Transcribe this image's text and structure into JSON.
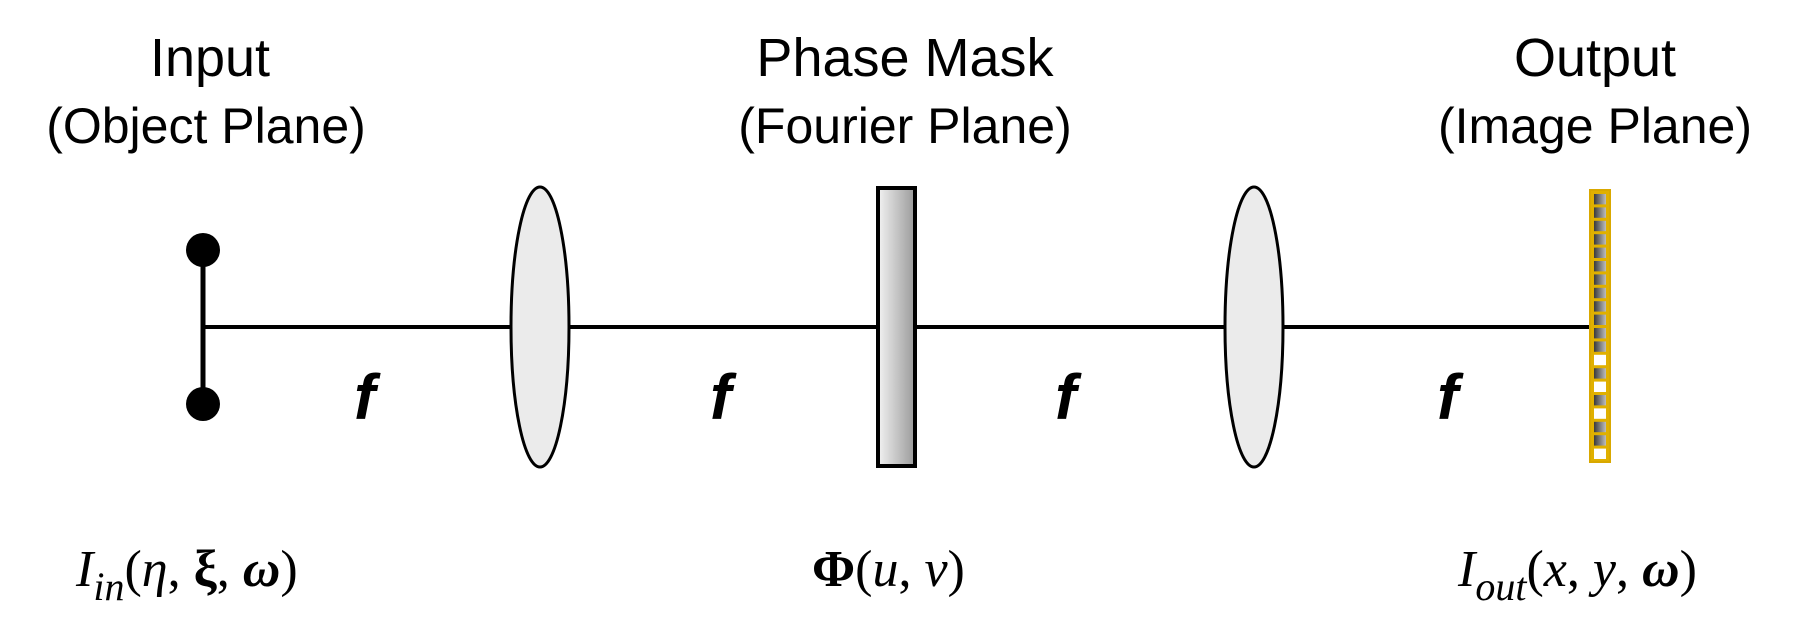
{
  "planes": {
    "input": {
      "title": "Input",
      "subtitle": "(Object Plane)"
    },
    "mask": {
      "title": "Phase Mask",
      "subtitle": "(Fourier Plane)"
    },
    "output": {
      "title": "Output",
      "subtitle": "(Image Plane)"
    }
  },
  "focal_label": "f",
  "equations": {
    "input": {
      "symbol": "I",
      "subscript": "in",
      "args_open": "(",
      "arg1": "η",
      "sep1": ", ",
      "arg2": "ξ",
      "sep2": ", ",
      "arg3": "ω",
      "args_close": ")"
    },
    "mask": {
      "symbol": "Φ",
      "args_open": "(",
      "arg1": "u",
      "sep1": ", ",
      "arg2": "v",
      "args_close": ")"
    },
    "output": {
      "symbol": "I",
      "subscript": "out",
      "args_open": "(",
      "arg1": "x",
      "sep1": ", ",
      "arg2": "y",
      "sep2": ", ",
      "arg3": "ω",
      "args_close": ")"
    }
  },
  "colors": {
    "line": "#000000",
    "lens_fill": "#ebebeb",
    "sensor_border": "#d9a800"
  }
}
